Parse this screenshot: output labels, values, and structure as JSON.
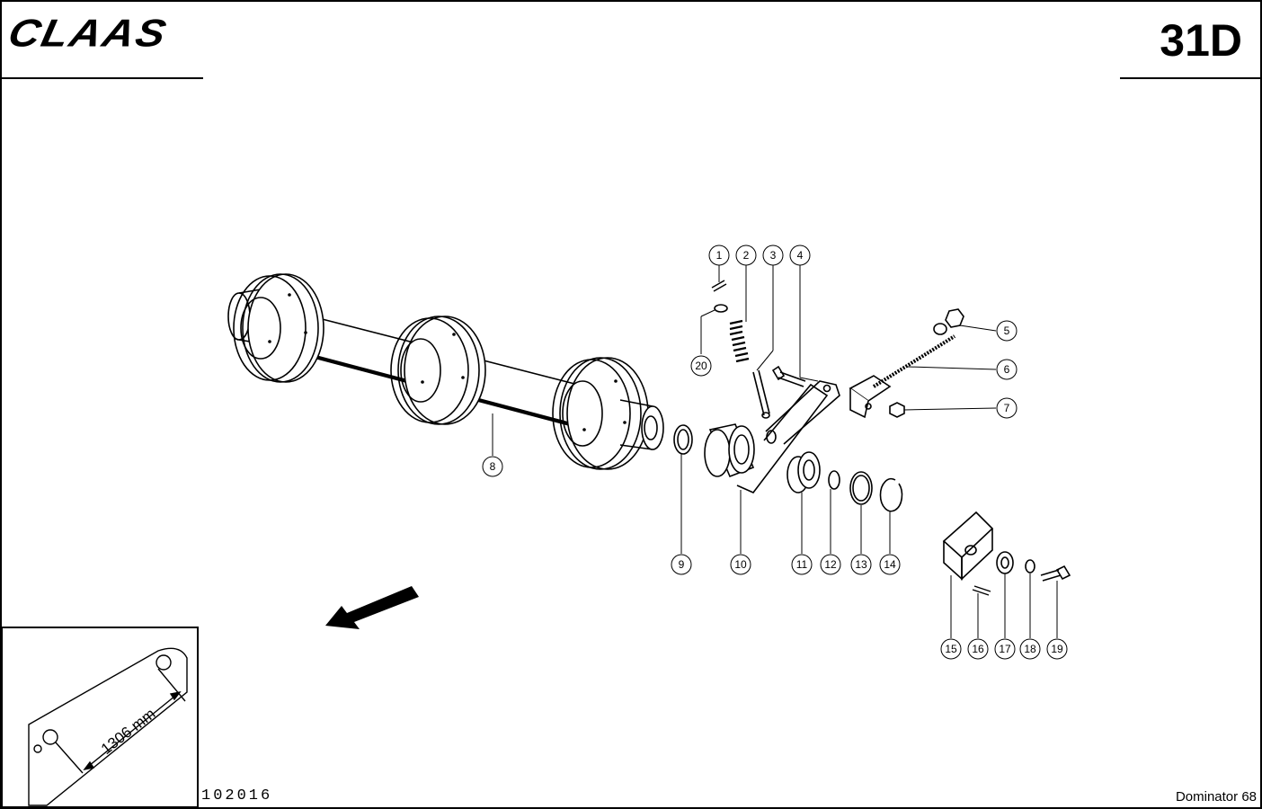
{
  "header": {
    "brand_logo": "CLAAS",
    "page_code": "31D"
  },
  "footer": {
    "document_number": "102016",
    "model": "Dominator 68"
  },
  "inset": {
    "dimension_label": "1306 mm"
  },
  "callouts": [
    "1",
    "2",
    "3",
    "4",
    "5",
    "6",
    "7",
    "8",
    "9",
    "10",
    "11",
    "12",
    "13",
    "14",
    "15",
    "16",
    "17",
    "18",
    "19",
    "20"
  ],
  "colors": {
    "ink": "#000000",
    "paper": "#ffffff"
  }
}
